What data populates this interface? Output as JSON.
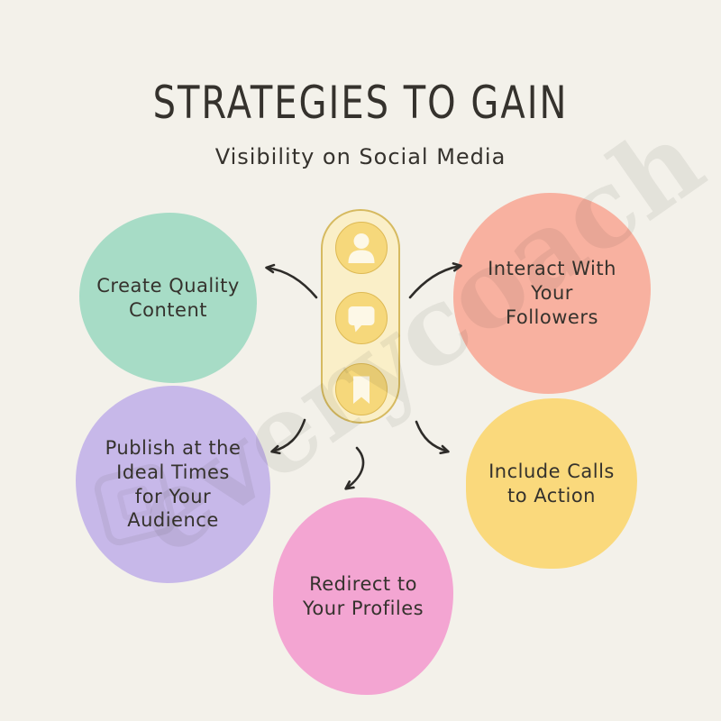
{
  "header": {
    "title": "STRATEGIES TO GAIN",
    "subtitle": "Visibility on Social Media"
  },
  "strategies": [
    {
      "label": "Create Quality\nContent",
      "color": "#a7dcc6",
      "position": "top-left"
    },
    {
      "label": "Interact With\nYour\nFollowers",
      "color": "#f8b1a0",
      "position": "top-right"
    },
    {
      "label": "Publish at the\nIdeal Times\nfor Your\nAudience",
      "color": "#c7b8e9",
      "position": "middle-left"
    },
    {
      "label": "Include Calls\nto Action",
      "color": "#fad97c",
      "position": "middle-right"
    },
    {
      "label": "Redirect to\nYour Profiles",
      "color": "#f3a5d2",
      "position": "bottom-center"
    }
  ],
  "center_widget": {
    "icons": [
      "user-icon",
      "chat-bubble-icon",
      "bookmark-icon"
    ]
  },
  "watermark": {
    "text": "everycoach"
  },
  "colors": {
    "background": "#f3f1ea",
    "text": "#35322d",
    "arrow": "#2e2c29",
    "pill_fill": "#faefc8",
    "pill_border": "#d6ba60",
    "circle_fill": "#f6d87b",
    "circle_border": "#ddb954",
    "icon": "#fdf8e7"
  }
}
